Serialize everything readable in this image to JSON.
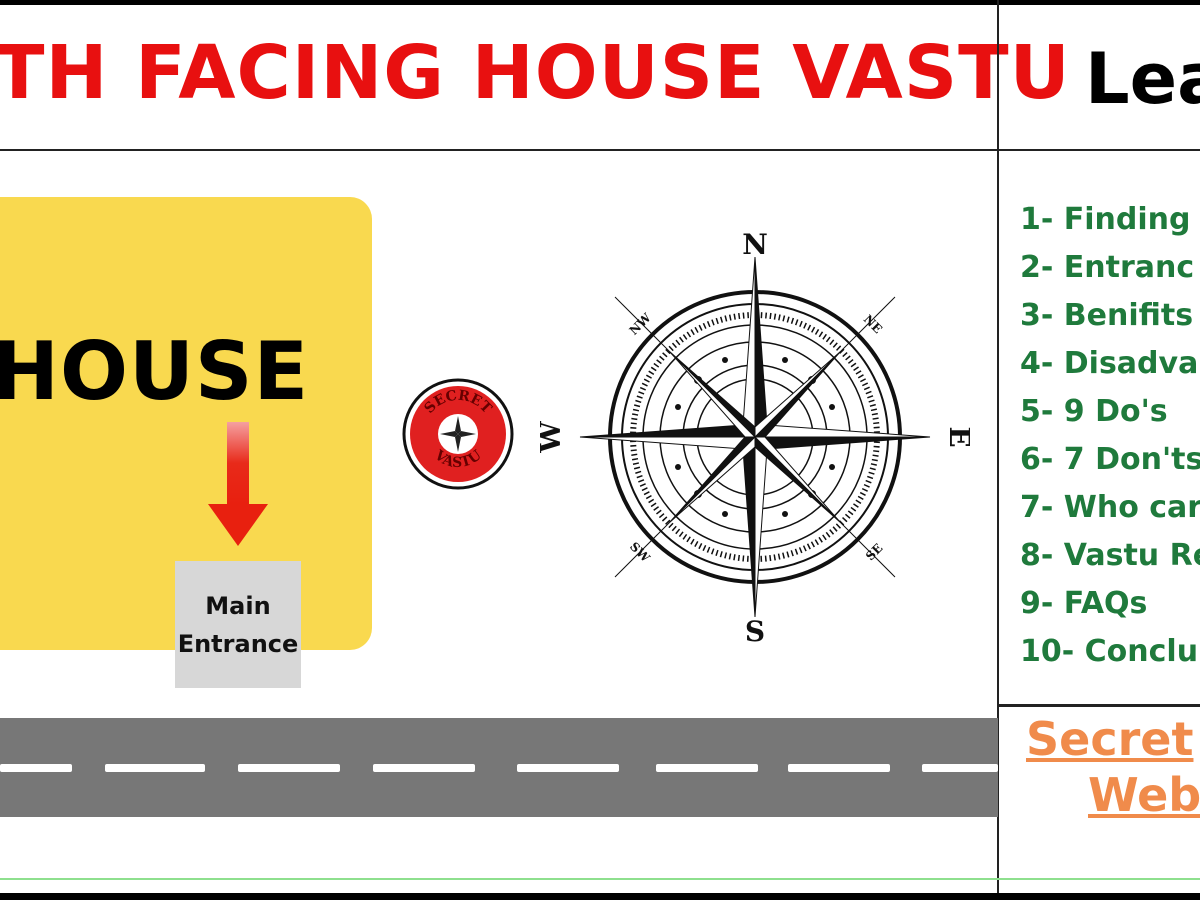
{
  "header": {
    "title": "TH FACING HOUSE VASTU",
    "right_title": "Lea"
  },
  "house": {
    "label": "HOUSE",
    "entrance_line1": "Main",
    "entrance_line2": "Entrance"
  },
  "logo": {
    "text_top": "SECRET",
    "text_bottom": "VASTU",
    "color": "#e02020"
  },
  "compass": {
    "n": "N",
    "s": "S",
    "e": "E",
    "w": "W",
    "ne": "NE",
    "nw": "NW",
    "se": "SE",
    "sw": "SW"
  },
  "toc": {
    "items": [
      "1- Finding",
      "2- Entranc",
      "3- Benifits",
      "4- Disadva",
      "5- 9 Do's",
      "6- 7 Don'ts",
      "7- Who car",
      "8- Vastu Re",
      "9- FAQs",
      "10- Conclu"
    ]
  },
  "footer": {
    "line1": "Secret",
    "line2": "Web"
  },
  "colors": {
    "title": "#e81010",
    "house": "#f9d94f",
    "toc": "#1f7a3c",
    "link": "#f08b4b",
    "road": "#777777"
  }
}
